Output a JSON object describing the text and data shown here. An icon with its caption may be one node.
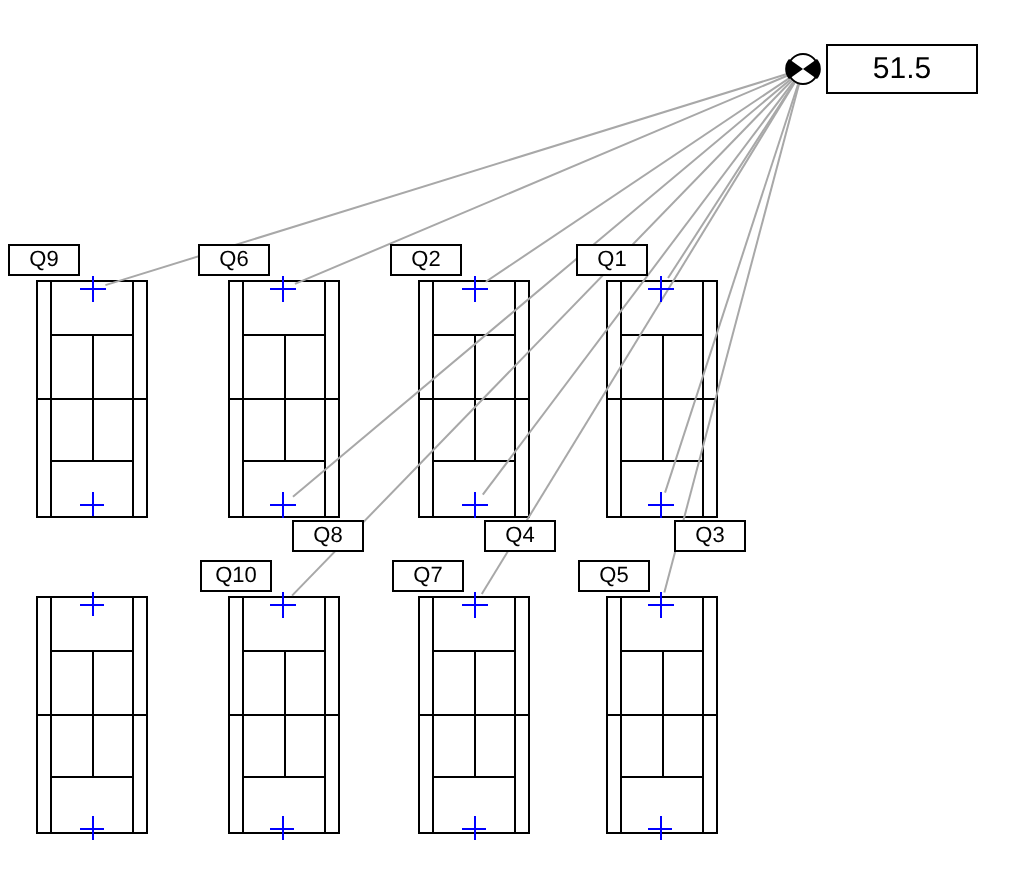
{
  "diagram": {
    "nodes": [
      {
        "text": [],
        "shape": "circle"
      },
      {
        "text": [
          "51.5"
        ]
      },
      {
        "text": [],
        "shape": "cross",
        "beside": [
          "Q9"
        ]
      },
      {
        "text": [],
        "shape": "cross",
        "beside": [
          "Q6"
        ]
      },
      {
        "text": [],
        "shape": "cross",
        "beside": [
          "Q2"
        ]
      },
      {
        "text": [],
        "shape": "cross",
        "beside": [
          "Q1"
        ]
      },
      {
        "text": [],
        "shape": "cross",
        "beside": [
          "Q8"
        ]
      },
      {
        "text": [],
        "shape": "cross",
        "beside": [
          "Q4"
        ]
      },
      {
        "text": [],
        "shape": "cross",
        "beside": [
          "Q3"
        ]
      },
      {
        "text": [],
        "shape": "cross",
        "beside": [
          "Q10"
        ]
      },
      {
        "text": [],
        "shape": "cross",
        "beside": [
          "Q7"
        ]
      },
      {
        "text": [],
        "shape": "cross",
        "beside": [
          "Q5"
        ]
      }
    ],
    "edges": [
      {
        "from": 0,
        "to": 2,
        "arrow": "none"
      },
      {
        "from": 0,
        "to": 3,
        "arrow": "none"
      },
      {
        "from": 0,
        "to": 4,
        "arrow": "none"
      },
      {
        "from": 0,
        "to": 5,
        "arrow": "none"
      },
      {
        "from": 0,
        "to": 6,
        "arrow": "none"
      },
      {
        "from": 0,
        "to": 7,
        "arrow": "none"
      },
      {
        "from": 0,
        "to": 8,
        "arrow": "none"
      },
      {
        "from": 0,
        "to": 9,
        "arrow": "none"
      },
      {
        "from": 0,
        "to": 10,
        "arrow": "none"
      },
      {
        "from": 0,
        "to": 11,
        "arrow": "none"
      }
    ]
  }
}
